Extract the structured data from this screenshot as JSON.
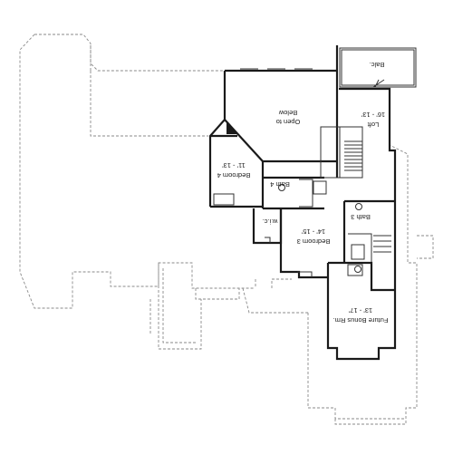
{
  "colors": {
    "wall": "#1a1a1a",
    "outline": "#8a8a8a",
    "background": "#ffffff"
  },
  "rooms": {
    "balc": {
      "name": "Balc."
    },
    "open_to_below": {
      "line1": "Open to",
      "line2": "Below"
    },
    "loft": {
      "name": "Loft",
      "dims": "16' - 13'"
    },
    "bedroom4": {
      "name": "Bedroom 4",
      "dims": "11' - 13'"
    },
    "bath4": {
      "name": "Bath 4"
    },
    "bedroom3": {
      "name": "Bedroom 3",
      "dims": "14' - 15'"
    },
    "bath3": {
      "name": "Bath 3"
    },
    "wic": {
      "name": "w.i.c."
    },
    "future_bonus": {
      "name": "Future Bonus Rm.",
      "dims": "13' - 17'"
    }
  }
}
